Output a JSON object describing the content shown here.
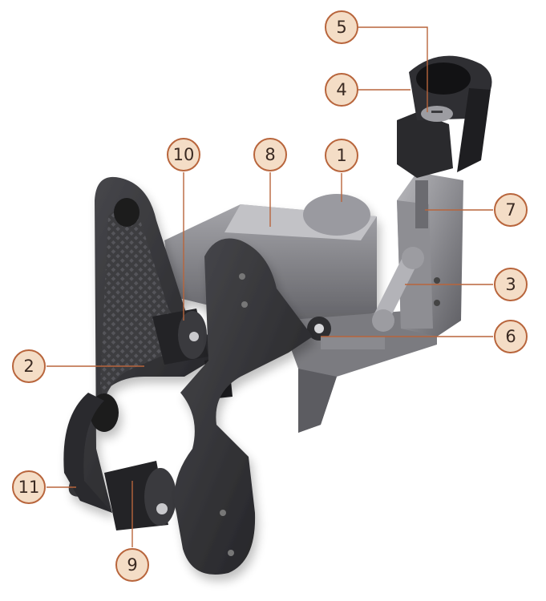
{
  "diagram": {
    "callouts": [
      {
        "id": "c5",
        "label": "5"
      },
      {
        "id": "c4",
        "label": "4"
      },
      {
        "id": "c10",
        "label": "10"
      },
      {
        "id": "c8",
        "label": "8"
      },
      {
        "id": "c1",
        "label": "1"
      },
      {
        "id": "c7",
        "label": "7"
      },
      {
        "id": "c3",
        "label": "3"
      },
      {
        "id": "c6",
        "label": "6"
      },
      {
        "id": "c2",
        "label": "2"
      },
      {
        "id": "c11",
        "label": "11"
      },
      {
        "id": "c9",
        "label": "9"
      }
    ],
    "colors": {
      "callout_fill": "#f4ddc6",
      "callout_border": "#b8653c",
      "leader_line": "#b8653c",
      "body_metal": "#6e6e72",
      "dark_plate": "#2b2b2e"
    }
  }
}
